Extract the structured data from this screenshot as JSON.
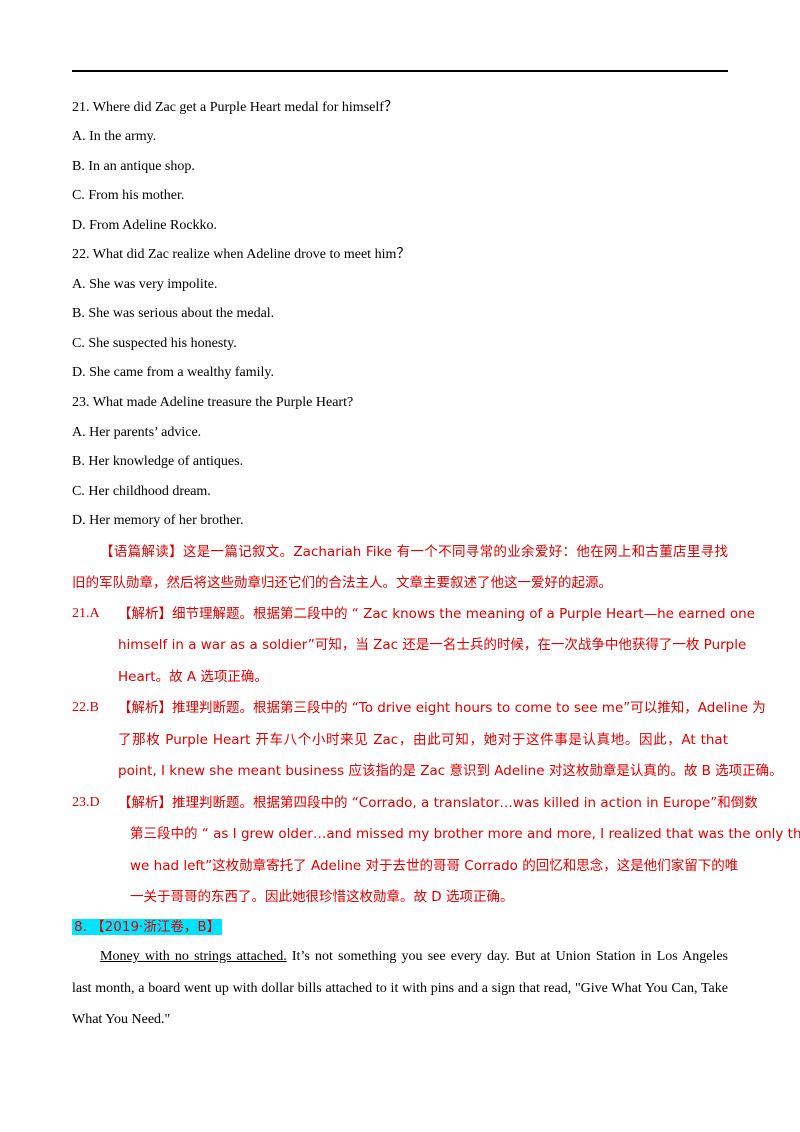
{
  "questions": [
    {
      "stem": "21. Where did Zac get a Purple Heart medal for himself？",
      "options": [
        "A. In the army.",
        "B. In an antique shop.",
        "C. From his mother.",
        "D. From Adeline Rockko."
      ]
    },
    {
      "stem": "22. What did Zac realize when Adeline drove to meet him？",
      "options": [
        "A. She was very impolite.",
        "B. She was serious about the medal.",
        "C. She suspected his honesty.",
        "D. She came from a wealthy family."
      ]
    },
    {
      "stem": "23. What made Adeline treasure the Purple Heart?",
      "options": [
        "A. Her parents’ advice.",
        "B. Her knowledge of antiques.",
        "C. Her childhood dream.",
        "D. Her memory of her brother."
      ]
    }
  ],
  "analysis": {
    "intro": [
      "【语篇解读】这是一篇记叙文。Zachariah Fike 有一个不同寻常的业余爱好：他在网上和古董店里寻找",
      "旧的军队勋章，然后将这些勋章归还它们的合法主人。文章主要叙述了他这一爱好的起源。"
    ],
    "answers": [
      {
        "key": "21.A",
        "lines": [
          "【解析】细节理解题。根据第二段中的 “ Zac knows the meaning of a Purple Heart—he earned one",
          "himself in a war as a soldier”可知，当 Zac 还是一名士兵的时候，在一次战争中他获得了一枚 Purple",
          "Heart。故 A 选项正确。"
        ]
      },
      {
        "key": "22.B",
        "lines": [
          "【解析】推理判断题。根据第三段中的 “To drive eight hours to come to see me”可以推知，Adeline 为",
          "了那枚 Purple Heart 开车八个小时来见 Zac，由此可知，她对于这件事是认真地。因此，At that",
          "point, I knew she meant business 应该指的是 Zac 意识到 Adeline 对这枚勋章是认真的。故 B 选项正确。"
        ]
      },
      {
        "key": "23.D",
        "lines": [
          "【解析】推理判断题。根据第四段中的 “Corrado, a translator…was killed in action in Europe”和倒数",
          "第三段中的 “ as I grew older…and missed my brother more and more, I realized that was the only thing",
          "we had left”这枚勋章寄托了 Adeline 对于去世的哥哥 Corrado 的回忆和思念，这是他们家留下的唯",
          "一关于哥哥的东西了。因此她很珍惜这枚勋章。故 D 选项正确。"
        ]
      }
    ]
  },
  "section": {
    "heading": "8. 【2019·浙江卷，B】",
    "title": "Money with no strings attached.",
    "para_lines": [
      " It’s not something you see every day. But at Union Station in Los Angeles",
      "last month, a board went up with dollar bills attached to it with pins and a sign that read, \"Give What You Can, Take",
      "What You Need.\""
    ]
  },
  "colors": {
    "answer_text": "#e00000",
    "highlight": "#00e5ff"
  }
}
